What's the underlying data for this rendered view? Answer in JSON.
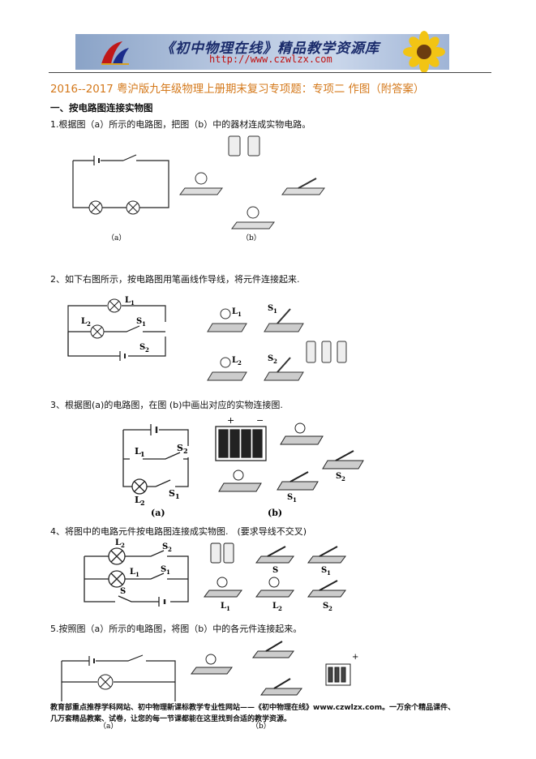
{
  "banner": {
    "title": "《初中物理在线》精品教学资源库",
    "url": "http://www.czwlzx.com"
  },
  "title": "2016--2017 粤沪版九年级物理上册期末复习专项题：专项二 作图（附答案）",
  "section1": "一、按电路图连接实物图",
  "q1": {
    "text": "1.根据图（a）所示的电路图，把图（b）中的器材连成实物电路。",
    "label_a": "（a）",
    "label_b": "（b）"
  },
  "q2": {
    "text": "2、如下右图所示，按电路图用笔画线作导线，将元件连接起来.",
    "L1": "L",
    "L1_sub": "1",
    "L2": "L",
    "L2_sub": "2",
    "S1": "S",
    "S1_sub": "1",
    "S2": "S",
    "S2_sub": "2"
  },
  "q3": {
    "text": "3、根据图(a)的电路图，在图 (b)中画出对应的实物连接图.",
    "label_a": "(a)",
    "label_b": "(b)",
    "plus": "+",
    "minus": "−"
  },
  "q4": {
    "text": "4、将图中的电路元件按电路图连接成实物图.　(要求导线不交叉)",
    "S": "S",
    "S1": "S",
    "S2": "S",
    "L1": "L",
    "L2": "L",
    "sub1": "1",
    "sub2": "2"
  },
  "q5": {
    "text": "5.按照图（a）所示的电路图，将图（b）中的各元件连接起来。",
    "label_a": "（a）",
    "label_b": "（b）",
    "plus": "+"
  },
  "footer": {
    "line1": "教育部重点推荐学科网站、初中物理新课标教学专业性网站——《初中物理在线》www.czwlzx.com。一万余个精品课件、",
    "line2": "几万套精品教案、试卷，让您的每一节课都能在这里找到合适的教学资源。"
  }
}
